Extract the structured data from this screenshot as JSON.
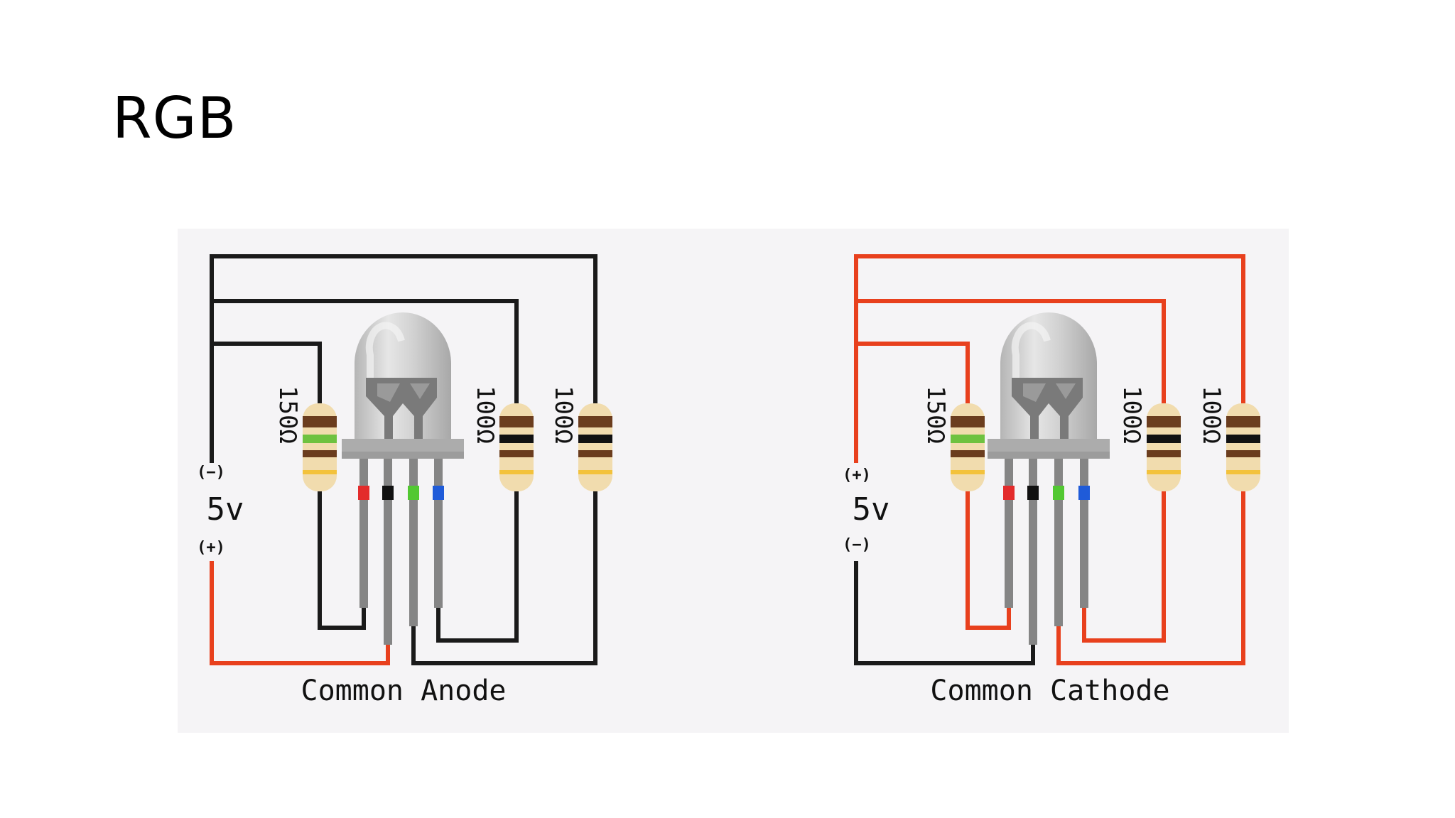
{
  "slide": {
    "title": "RGB"
  },
  "colors": {
    "black_wire": "#1a1a1a",
    "red_wire": "#e8401d",
    "panel": "#f5f4f6"
  },
  "circuits": [
    {
      "id": "anode",
      "caption": "Common Anode",
      "supply": {
        "voltage": "5v",
        "top_polarity": "(−)",
        "bottom_polarity": "(+)"
      },
      "resistors": {
        "left": "150Ω",
        "middle": "100Ω",
        "right": "100Ω"
      }
    },
    {
      "id": "cathode",
      "caption": "Common Cathode",
      "supply": {
        "voltage": "5v",
        "top_polarity": "(+)",
        "bottom_polarity": "(−)"
      },
      "resistors": {
        "left": "150Ω",
        "middle": "100Ω",
        "right": "100Ω"
      }
    }
  ]
}
